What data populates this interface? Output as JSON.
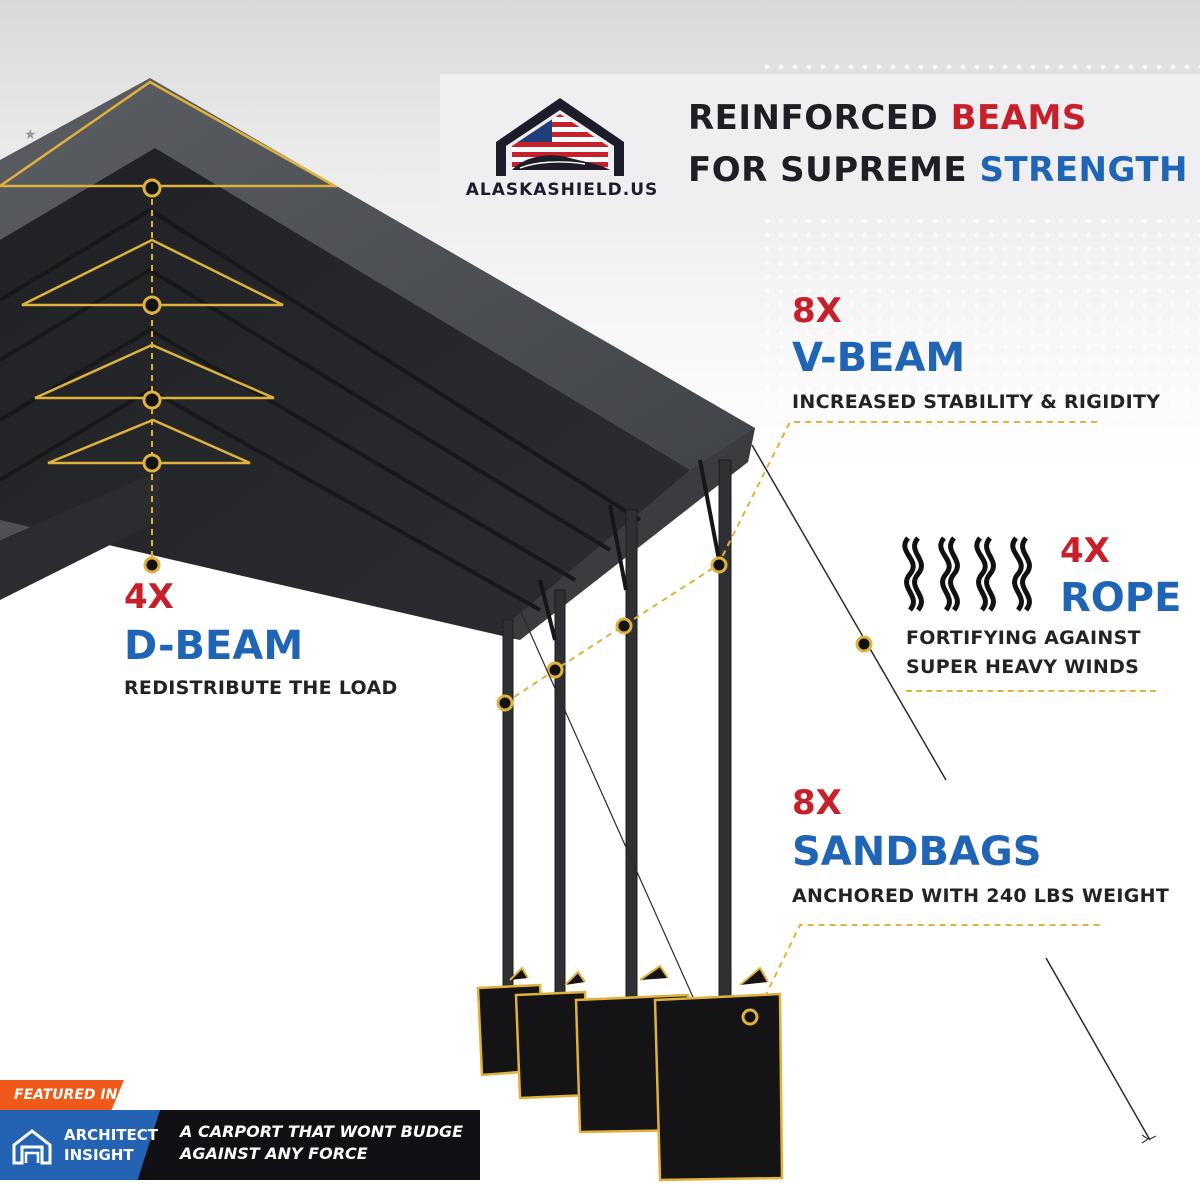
{
  "brand": {
    "name": "ALASKASHIELD.US"
  },
  "headline": {
    "line1_a": "REINFORCED ",
    "line1_b": "BEAMS",
    "line2_a": "FOR SUPREME ",
    "line2_b": "STRENGTH"
  },
  "features": [
    {
      "count": "8X",
      "name": "V-BEAM",
      "desc1": "INCREASED STABILITY & RIGIDITY",
      "desc2": ""
    },
    {
      "count": "4X",
      "name": "D-BEAM",
      "desc1": "REDISTRIBUTE THE LOAD",
      "desc2": ""
    },
    {
      "count": "4X",
      "name": "ROPE",
      "desc1": "FORTIFYING AGAINST",
      "desc2": "SUPER HEAVY WINDS"
    },
    {
      "count": "8X",
      "name": "SANDBAGS",
      "desc1": "ANCHORED WITH 240 LBS WEIGHT",
      "desc2": ""
    }
  ],
  "badge": {
    "featured": "FEATURED IN",
    "publication_line1": "ARCHITECT",
    "publication_line2": "INSIGHT",
    "tagline_line1": "A CARPORT THAT WONT BUDGE",
    "tagline_line2": "AGAINST ANY FORCE"
  },
  "colors": {
    "red": "#c8202a",
    "blue": "#1f64b5",
    "gold": "#e0b23b",
    "orange": "#ef5a1a",
    "dark": "#111115"
  },
  "icons": [
    "carport-logo-icon",
    "rope-coil-icon",
    "house-icon"
  ]
}
